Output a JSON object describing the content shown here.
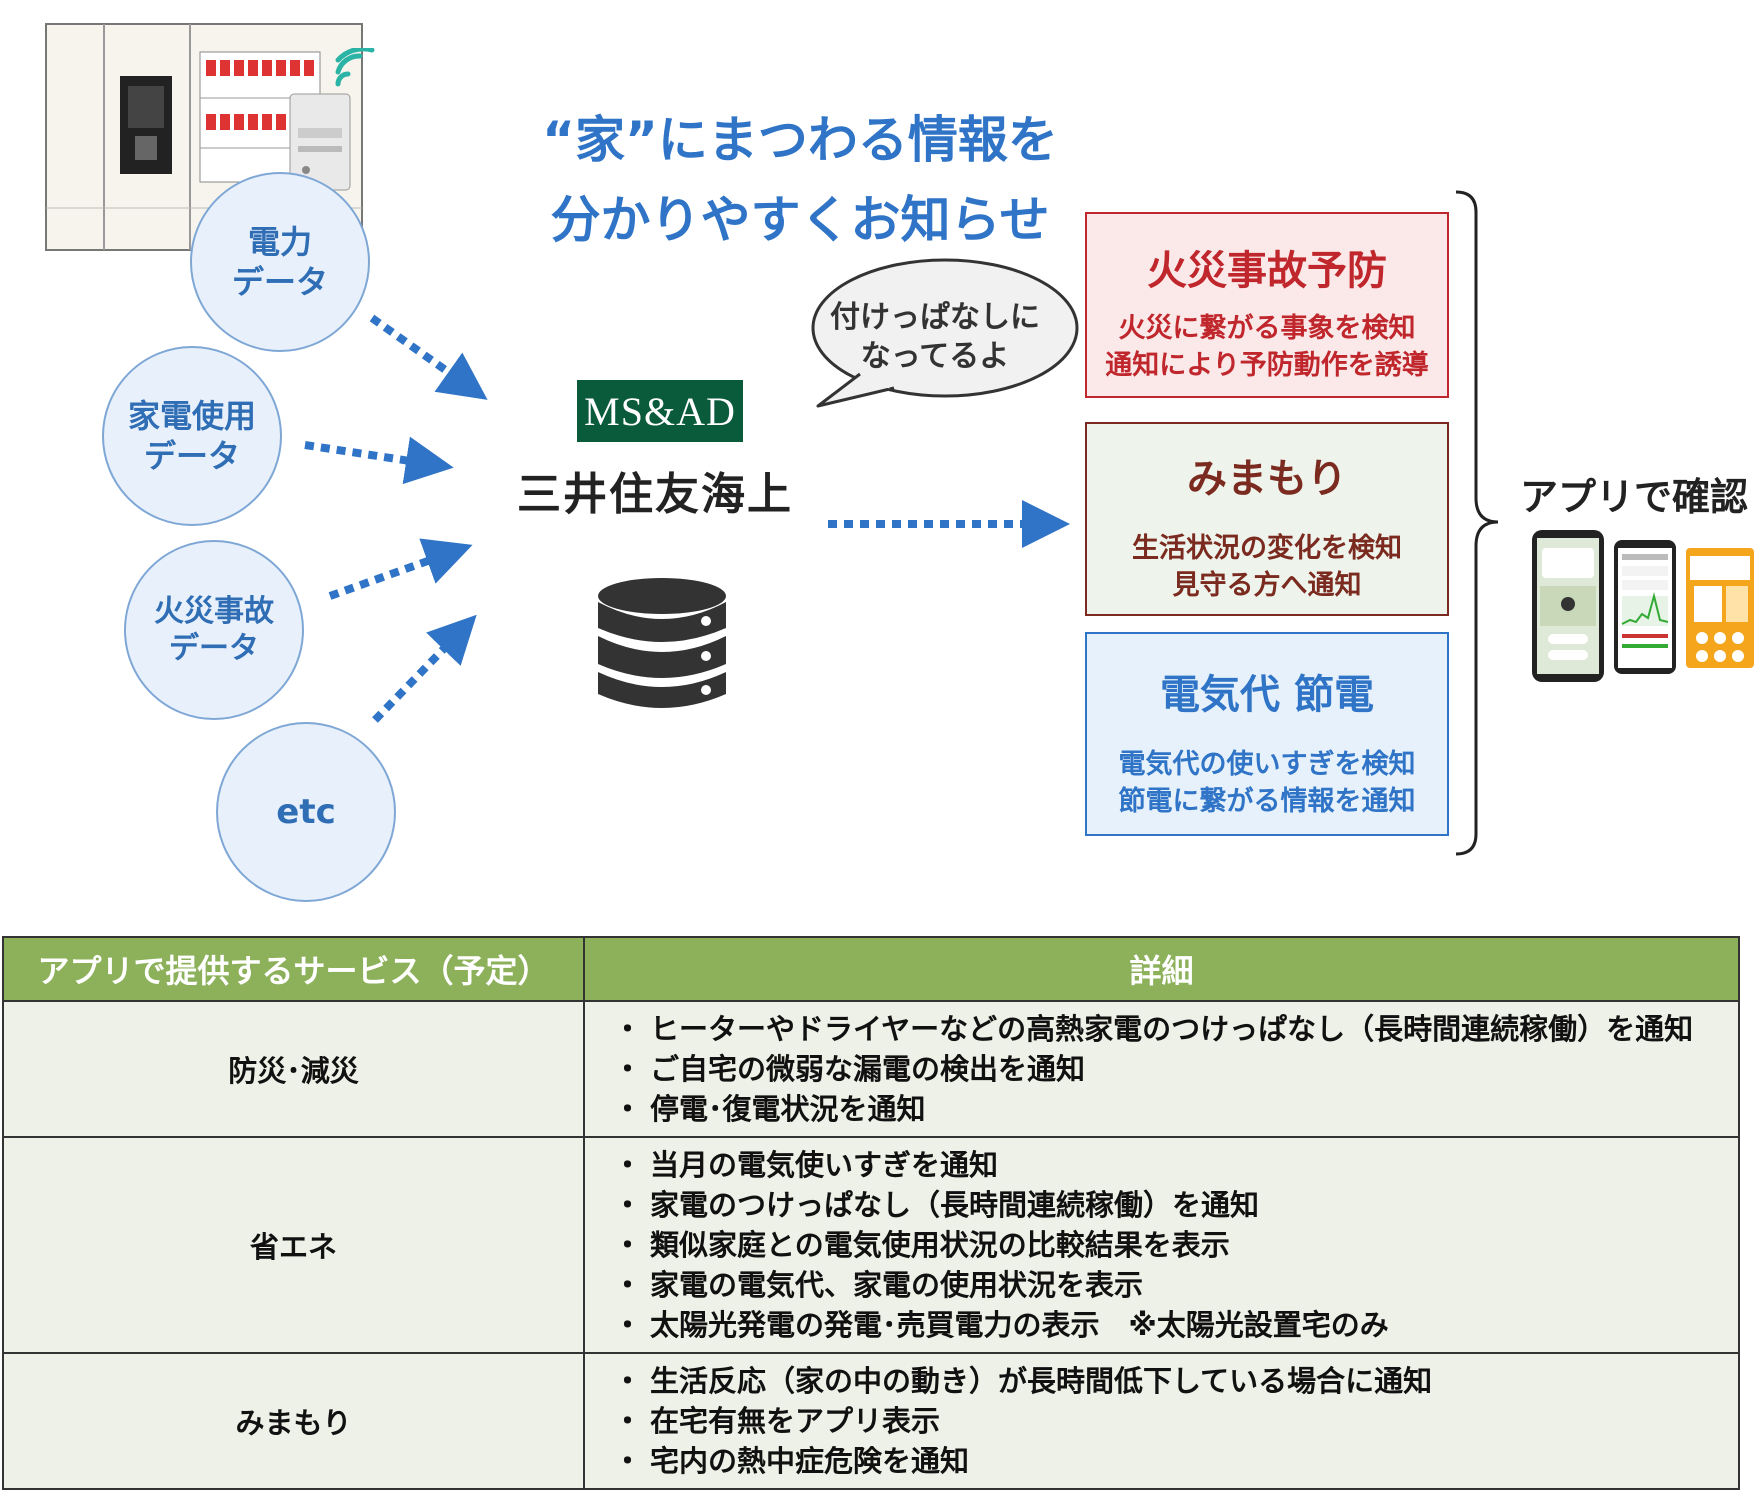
{
  "headline": {
    "line1": "“家”にまつわる情報を",
    "line2": "分かりやすくお知らせ"
  },
  "data_sources": [
    {
      "label": "電力\nデータ"
    },
    {
      "label": "家電使用\nデータ"
    },
    {
      "label": "火災事故\nデータ"
    },
    {
      "label": "etc"
    }
  ],
  "company": {
    "logo_text": "MS&AD",
    "name": "三井住友海上",
    "logo_color": "#0a5a3c"
  },
  "speech_bubble": "付けっぱなしに\nなってるよ",
  "services": [
    {
      "title": "火災事故予防",
      "desc": "火災に繋がる事象を検知\n通知により予防動作を誘導",
      "color": "#c0272d",
      "bg": "#fbe9e9",
      "border": "#c0272d"
    },
    {
      "title": "みまもり",
      "desc": "生活状況の変化を検知\n見守る方へ通知",
      "color": "#7a2a1e",
      "bg": "#eef3ec",
      "border": "#7a2a1e"
    },
    {
      "title": "電気代 節電",
      "desc": "電気代の使いすぎを検知\n節電に繋がる情報を通知",
      "color": "#2f74c6",
      "bg": "#e7f1fb",
      "border": "#2f74c6"
    }
  ],
  "app_confirm": "アプリで確認",
  "table": {
    "headers": [
      "アプリで提供するサービス（予定）",
      "詳細"
    ],
    "header_color": "#8db15b",
    "rows": [
      {
        "name": "防災･減災",
        "details": [
          "ヒーターやドライヤーなどの高熱家電のつけっぱなし（長時間連続稼働）を通知",
          "ご自宅の微弱な漏電の検出を通知",
          "停電･復電状況を通知"
        ]
      },
      {
        "name": "省エネ",
        "details": [
          "当月の電気使いすぎを通知",
          "家電のつけっぱなし（長時間連続稼働）を通知",
          "類似家庭との電気使用状況の比較結果を表示",
          "家電の電気代、家電の使用状況を表示",
          "太陽光発電の発電･売買電力の表示　※太陽光設置宅のみ"
        ]
      },
      {
        "name": "みまもり",
        "details": [
          "生活反応（家の中の動き）が長時間低下している場合に通知",
          "在宅有無をアプリ表示",
          "宅内の熱中症危険を通知"
        ]
      }
    ]
  },
  "icons": [
    "distribution-panel-icon",
    "smart-meter-icon",
    "wifi-signal-icon",
    "database-icon",
    "smartphone-app-icon"
  ]
}
